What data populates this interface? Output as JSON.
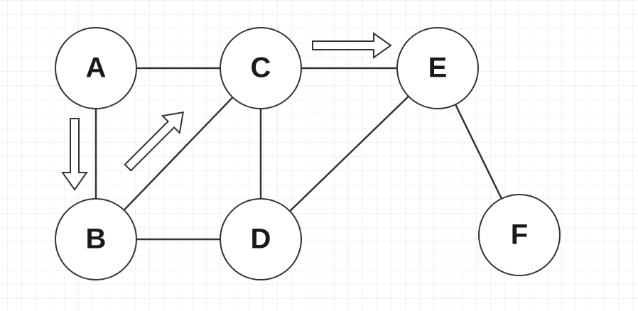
{
  "diagram": {
    "nodes": [
      {
        "id": "A",
        "label": "A"
      },
      {
        "id": "B",
        "label": "B"
      },
      {
        "id": "C",
        "label": "C"
      },
      {
        "id": "D",
        "label": "D"
      },
      {
        "id": "E",
        "label": "E"
      },
      {
        "id": "F",
        "label": "F"
      }
    ],
    "edges": [
      {
        "from": "A",
        "to": "C"
      },
      {
        "from": "A",
        "to": "B"
      },
      {
        "from": "B",
        "to": "C"
      },
      {
        "from": "B",
        "to": "D"
      },
      {
        "from": "C",
        "to": "D"
      },
      {
        "from": "C",
        "to": "E"
      },
      {
        "from": "D",
        "to": "E"
      },
      {
        "from": "E",
        "to": "F"
      }
    ],
    "traversal_arrows": [
      {
        "from": "A",
        "to": "B"
      },
      {
        "from": "B",
        "to": "C"
      },
      {
        "from": "C",
        "to": "E"
      }
    ],
    "colors": {
      "grid": "#e6e6e6",
      "stroke": "#333333",
      "node_fill": "#ffffff",
      "label": "#1a1a1a"
    }
  }
}
